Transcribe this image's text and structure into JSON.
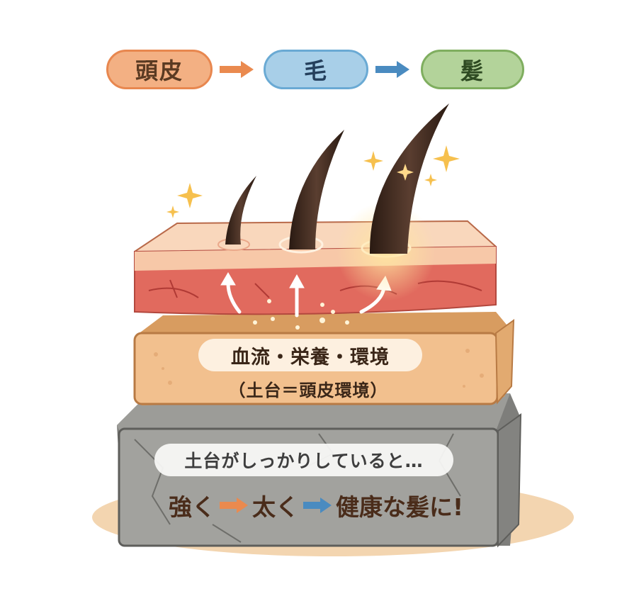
{
  "flow": {
    "steps": [
      {
        "label": "頭皮",
        "color": "#f3b083",
        "border": "#e8874f"
      },
      {
        "label": "毛",
        "color": "#a8cfe8",
        "border": "#6aaad4"
      },
      {
        "label": "髪",
        "color": "#b3d39a",
        "border": "#7fae5f"
      }
    ],
    "arrows": [
      {
        "icon": "right-arrow-icon",
        "color": "#ea8a4f"
      },
      {
        "icon": "right-arrow-icon",
        "color": "#4a8bc0"
      }
    ]
  },
  "layers": {
    "scalp": {
      "description": "skin-layer-with-three-hairs",
      "colors": {
        "top": "#f7c9a8",
        "side": "#e0645a"
      }
    },
    "foundation": {
      "title": "血流・栄養・環境",
      "subtitle": "（土台＝頭皮環境）",
      "color": "#f2c08e"
    },
    "stone": {
      "bubble": "土台がしっかりしていると…",
      "result": {
        "word1": "強く",
        "word2": "太く",
        "word3": "健康な髪に!",
        "arrow1_color": "#ea8a4f",
        "arrow2_color": "#4a8bc0"
      },
      "color": "#8d8d8a"
    }
  },
  "hairs": [
    {
      "size": "small"
    },
    {
      "size": "medium"
    },
    {
      "size": "large"
    }
  ],
  "decorations": {
    "sparkles": "sparkle-icon",
    "up_arrows": 3
  }
}
